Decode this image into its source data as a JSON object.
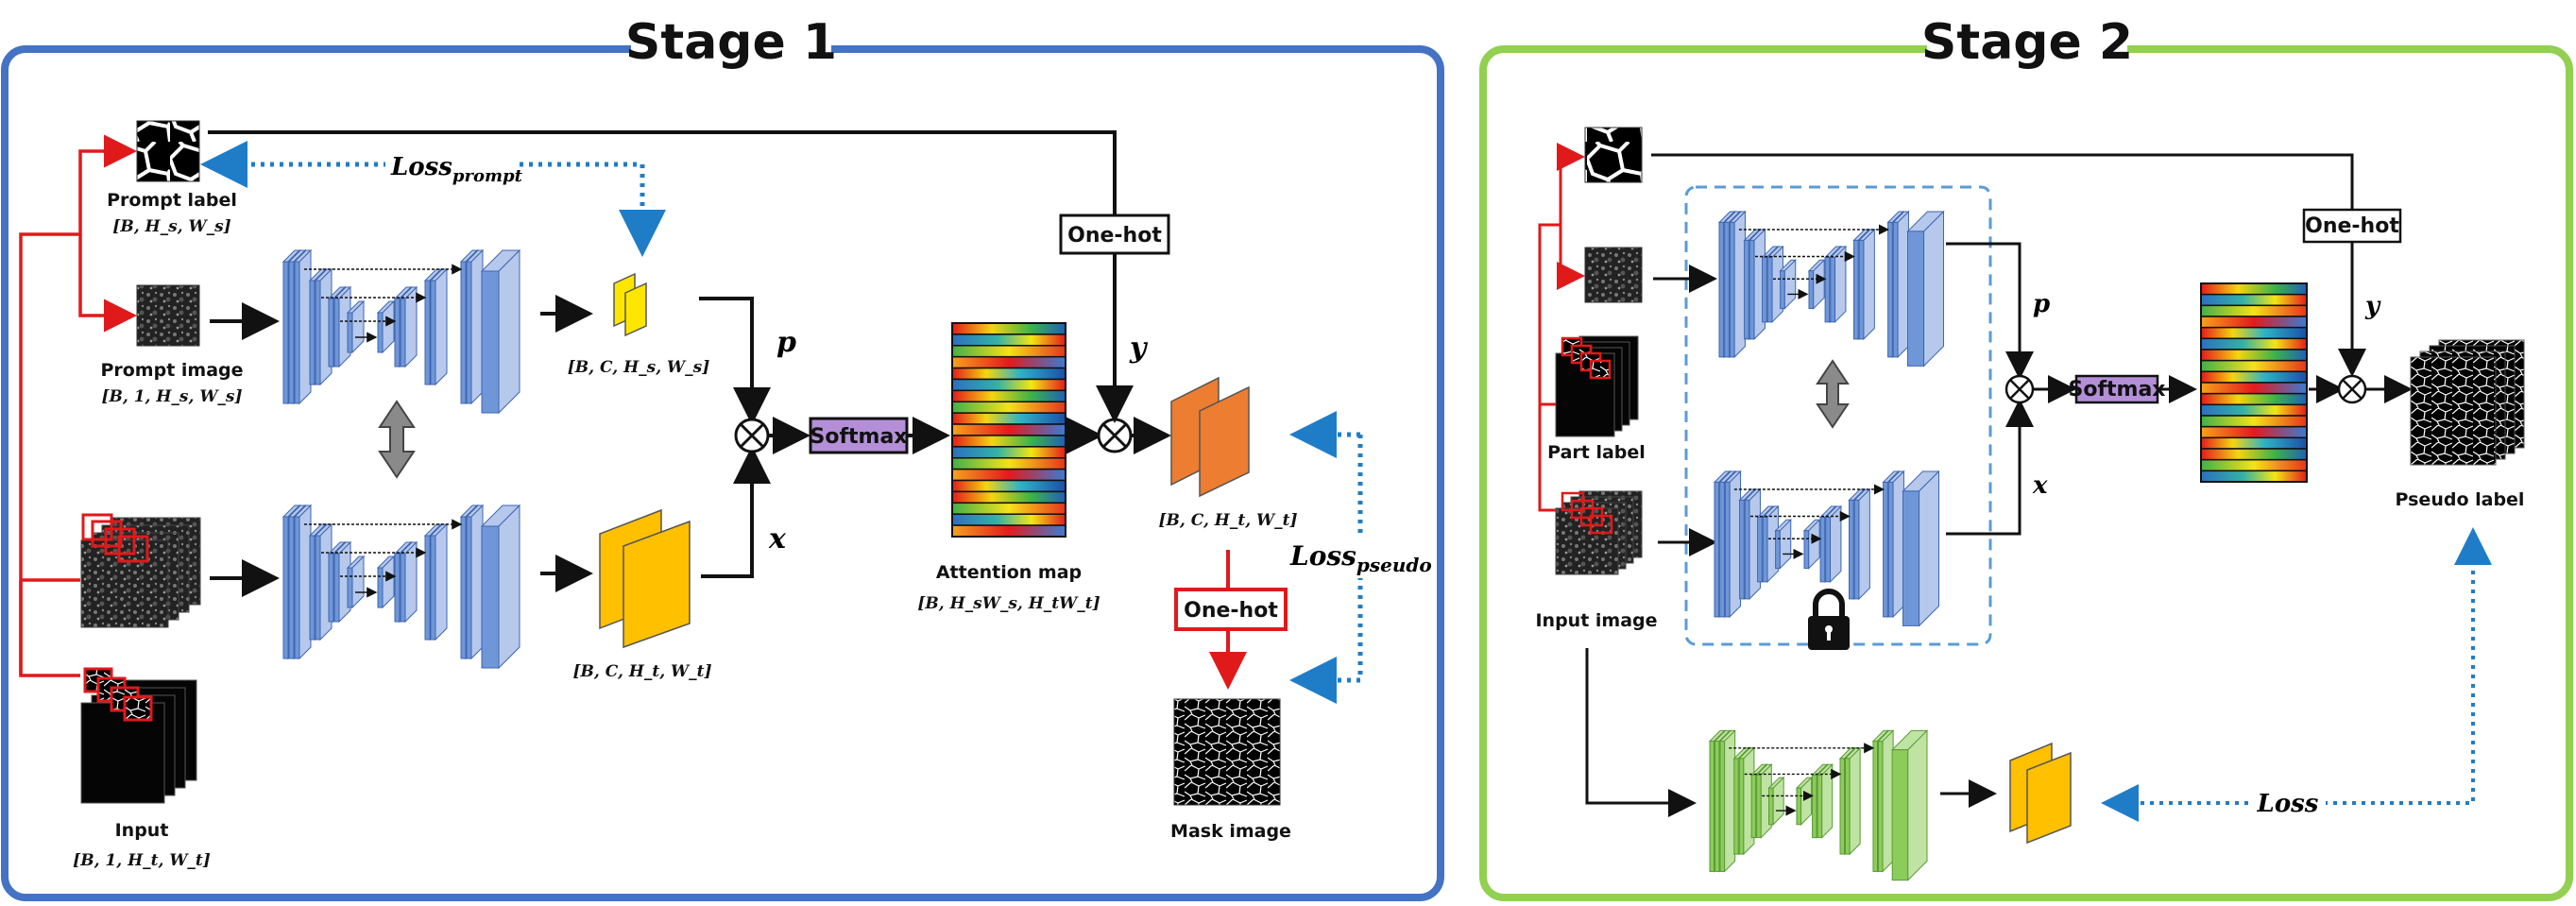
{
  "stage1": {
    "title": "Stage 1",
    "prompt_label": "Prompt label",
    "prompt_label_dim": "[B, H_s, W_s]",
    "prompt_image": "Prompt image",
    "prompt_image_dim": "[B, 1, H_s, W_s]",
    "input": "Input",
    "input_dim": "[B, 1, H_t, W_t]",
    "feat_small_dim": "[B, C, H_s, W_s]",
    "feat_large_dim": "[B, C, H_t, W_t]",
    "p": "p",
    "x": "x",
    "y": "y",
    "softmax": "Softmax",
    "one_hot_top": "One-hot",
    "one_hot_bottom": "One-hot",
    "attention_map": "Attention map",
    "attention_dim": "[B, H_sW_s, H_tW_t]",
    "output_dim": "[B, C, H_t, W_t]",
    "mask_image": "Mask image",
    "loss_prompt": "Loss_prompt",
    "loss_pseudo": "Loss_pseudo"
  },
  "stage2": {
    "title": "Stage 2",
    "part_label": "Part label",
    "input_image": "Input image",
    "p": "p",
    "x": "x",
    "y": "y",
    "softmax": "Softmax",
    "one_hot": "One-hot",
    "pseudo_label": "Pseudo label",
    "loss": "Loss"
  },
  "colors": {
    "stage1_border": "#4472c4",
    "stage2_border": "#92d050",
    "red_arrow": "#e0191b",
    "blue_dotted": "#1f7dc8",
    "softmax_fill": "#b48fd8",
    "net_blue": "#6f97d8",
    "net_green": "#8ccc5a",
    "feature_yellow": "#ffe600",
    "feature_gold": "#ffc000",
    "feature_orange": "#ed7d31"
  },
  "icons": {
    "lock": "lock-icon",
    "swap": "double-arrow-icon",
    "multiply": "circled-times-icon"
  }
}
